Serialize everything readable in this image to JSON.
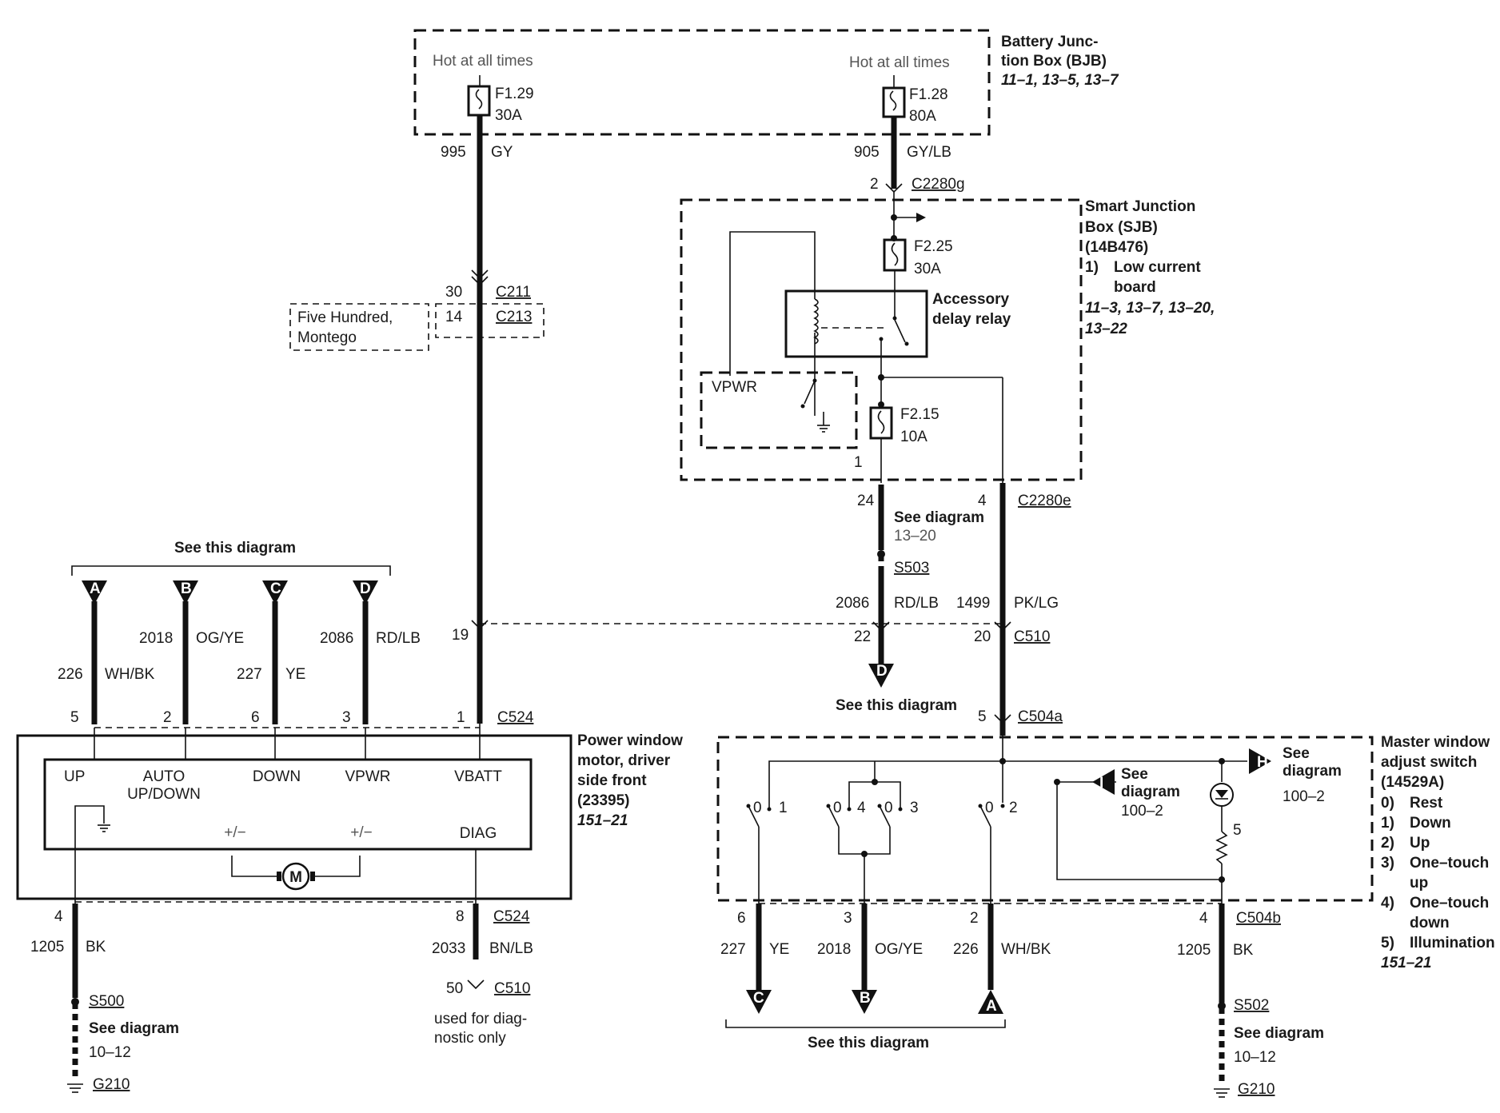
{
  "bjb": {
    "title1": "Battery Junc-",
    "title2": "tion Box (BJB)",
    "refs": "11–1, 13–5, 13–7",
    "hot1": "Hot at all times",
    "hot2": "Hot at all times",
    "f1_name": "F1.29",
    "f1_amp": "30A",
    "f2_name": "F1.28",
    "f2_amp": "80A"
  },
  "wires": {
    "w995_num": "995",
    "w995_col": "GY",
    "w905_num": "905",
    "w905_col": "GY/LB",
    "w226a_num": "226",
    "w226a_col": "WH/BK",
    "w2018a_num": "2018",
    "w2018a_col": "OG/YE",
    "w227a_num": "227",
    "w227a_col": "YE",
    "w2086a_num": "2086",
    "w2086a_col": "RD/LB",
    "w2086b_num": "2086",
    "w2086b_col": "RD/LB",
    "w1499_num": "1499",
    "w1499_col": "PK/LG",
    "w1205a_num": "1205",
    "w1205a_col": "BK",
    "w2033_num": "2033",
    "w2033_col": "BN/LB",
    "w227b_num": "227",
    "w227b_col": "YE",
    "w2018b_num": "2018",
    "w2018b_col": "OG/YE",
    "w226b_num": "226",
    "w226b_col": "WH/BK",
    "w1205b_num": "1205",
    "w1205b_col": "BK"
  },
  "connectors": {
    "c2280g_pin": "2",
    "c2280g": "C2280g",
    "c211_pin": "30",
    "c211": "C211",
    "c213_pin": "14",
    "c213": "C213",
    "c2280e_pin1": "24",
    "c2280e_pin2": "4",
    "c2280e": "C2280e",
    "c510a_pin19": "19",
    "c510a_pin22": "22",
    "c510a_pin20": "20",
    "c510a": "C510",
    "c504a_pin": "5",
    "c504a": "C504a",
    "c524_p5": "5",
    "c524_p2": "2",
    "c524_p6": "6",
    "c524_p3": "3",
    "c524_p1": "1",
    "c524": "C524",
    "c524b_p4": "4",
    "c524b_p8": "8",
    "c524b": "C524",
    "c510b_pin": "50",
    "c510b": "C510",
    "c504b_p6": "6",
    "c504b_p3": "3",
    "c504b_p2": "2",
    "c504b_p4": "4",
    "c504b": "C504b"
  },
  "variant": {
    "line1": "Five Hundred,",
    "line2": "Montego"
  },
  "sjb": {
    "title1": "Smart Junction",
    "title2": "Box (SJB)",
    "title3": "(14B476)",
    "item1_num": "1)",
    "item1_a": "Low current",
    "item1_b": "board",
    "refs1": "11–3, 13–7, 13–20,",
    "refs2": "13–22",
    "f225_name": "F2.25",
    "f225_amp": "30A",
    "f215_name": "F2.15",
    "f215_amp": "10A",
    "relay1": "Accessory",
    "relay2": "delay relay",
    "vpwr": "VPWR",
    "board_num": "1"
  },
  "refs": {
    "see_top_left": "See this diagram",
    "see_1320_a": "See diagram",
    "see_1320_b": "13–20",
    "s503": "S503",
    "see_d": "See this diagram",
    "see_bottom": "See this diagram",
    "s500": "S500",
    "see_1012a_a": "See diagram",
    "see_1012a_b": "10–12",
    "g210a": "G210",
    "diag1": "used for diag-",
    "diag2": "nostic only",
    "s502": "S502",
    "see_1012b_a": "See diagram",
    "see_1012b_b": "10–12",
    "g210b": "G210",
    "see_h_a": "See",
    "see_h_b": "diagram",
    "see_h_c": "100–2",
    "see_i_a": "See",
    "see_i_b": "diagram",
    "see_i_c": "100–2"
  },
  "flags": {
    "a": "A",
    "b": "B",
    "c": "C",
    "d": "D",
    "h": "H",
    "i": "I"
  },
  "motor": {
    "title1": "Power window",
    "title2": "motor, driver",
    "title3": "side front",
    "title4": "(23395)",
    "refs": "151–21",
    "pin_up": "UP",
    "pin_auto1": "AUTO",
    "pin_auto2": "UP/DOWN",
    "pin_down": "DOWN",
    "pin_vpwr": "VPWR",
    "pin_vbatt": "VBATT",
    "pin_diag": "DIAG",
    "pm1": "+/−",
    "pm2": "+/−",
    "m": "M"
  },
  "switch": {
    "title1": "Master window",
    "title2": "adjust switch",
    "title3": "(14529A)",
    "s0n": "0)",
    "s0": "Rest",
    "s1n": "1)",
    "s1": "Down",
    "s2n": "2)",
    "s2": "Up",
    "s3n": "3)",
    "s3a": "One–touch",
    "s3b": "up",
    "s4n": "4)",
    "s4a": "One–touch",
    "s4b": "down",
    "s5n": "5)",
    "s5": "Illumination",
    "refs": "151–21",
    "c1_0": "0",
    "c1_1": "1",
    "c2_0": "0",
    "c2_4": "4",
    "c3_0": "0",
    "c3_3": "3",
    "c4_0": "0",
    "c4_2": "2",
    "illum": "5"
  }
}
